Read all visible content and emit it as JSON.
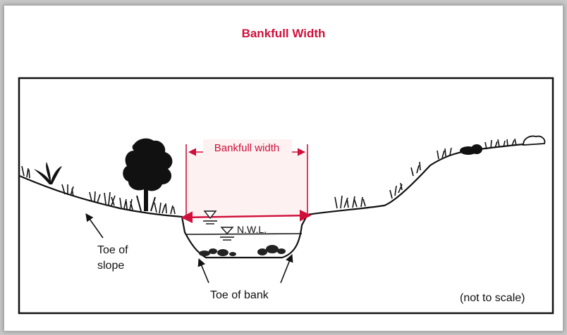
{
  "title": "Bankfull Width",
  "labels": {
    "bankfull_width": "Bankfull width",
    "nwl": "N.W.L.",
    "toe_of_slope_line1": "Toe of",
    "toe_of_slope_line2": "slope",
    "toe_of_bank": "Toe of bank",
    "scale_note": "(not to scale)"
  },
  "colors": {
    "accent": "#d0103a",
    "ink": "#111111",
    "shade": "#fdf1f1"
  }
}
